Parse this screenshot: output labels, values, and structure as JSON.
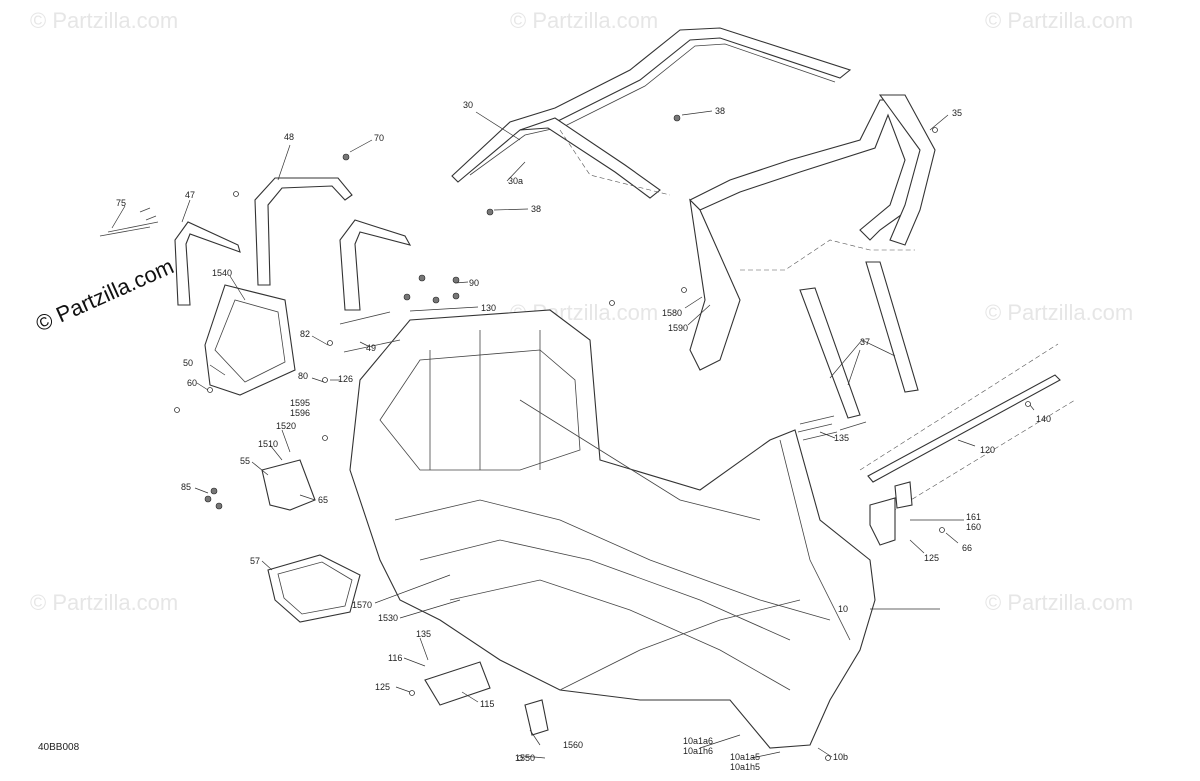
{
  "diagram": {
    "code": "40BB008",
    "watermark_main": "© Partzilla.com",
    "watermark_repeat": "© Partzilla.com",
    "callouts": [
      "10",
      "10a1a5",
      "10a1a6",
      "10a1h5",
      "10a1h6",
      "10b",
      "30",
      "30a",
      "35",
      "37",
      "38",
      "38",
      "47",
      "48",
      "49",
      "50",
      "55",
      "57",
      "60",
      "65",
      "66",
      "70",
      "75",
      "80",
      "82",
      "85",
      "90",
      "115",
      "116",
      "120",
      "125",
      "125",
      "126",
      "130",
      "135",
      "135",
      "140",
      "160",
      "161",
      "1510",
      "1520",
      "1530",
      "1540",
      "1550",
      "1560",
      "1570",
      "1580",
      "1590",
      "1595",
      "1596"
    ]
  },
  "colors": {
    "line": "#333333",
    "watermark": "#e6e6e6",
    "background": "#ffffff"
  }
}
